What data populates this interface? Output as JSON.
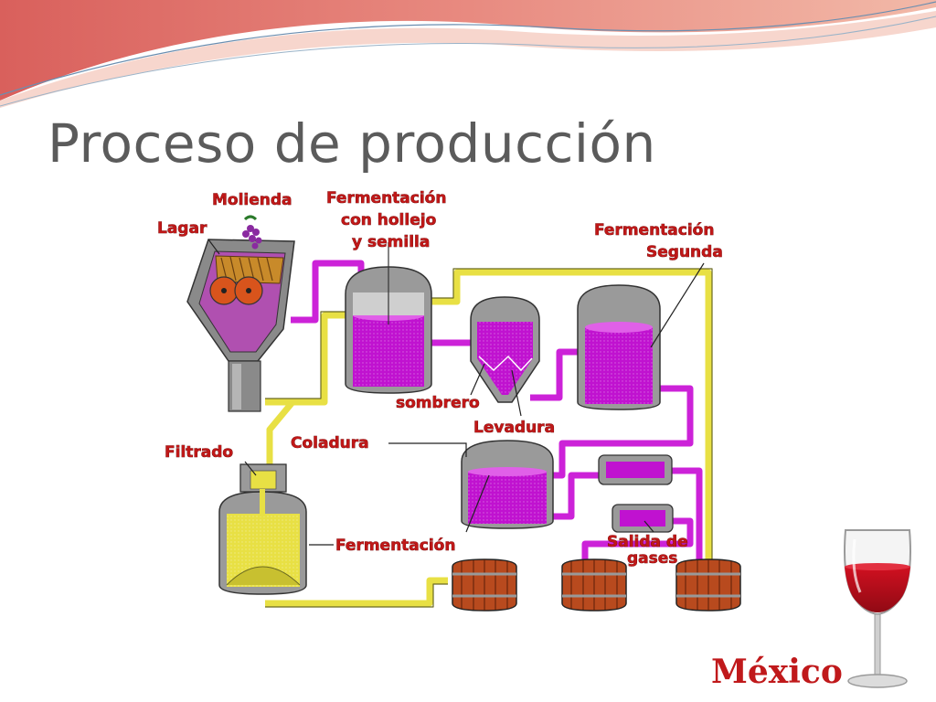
{
  "slide": {
    "title": "Proceso de producción",
    "country": "México"
  },
  "diagram": {
    "labels": {
      "molienda": "Molienda",
      "lagar": "Lagar",
      "fermentacion_hollejo_1": "Fermentación",
      "fermentacion_hollejo_2": "con hollejo",
      "fermentacion_hollejo_3": "y semilla",
      "fermentacion_segunda_1": "Fermentación",
      "fermentacion_segunda_2": "Segunda",
      "sombrero": "sombrero",
      "levadura": "Levadura",
      "coladura": "Coladura",
      "filtrado": "Filtrado",
      "fermentacion": "Fermentación",
      "salida_gases_1": "Salida de",
      "salida_gases_2": "gases"
    }
  },
  "colors": {
    "accent_banner": "#e8706e",
    "wine_purple": "#c012d0",
    "pipe_yellow": "#e8e044",
    "label_red": "#c01818",
    "barrel_brown": "#b84a1e"
  }
}
